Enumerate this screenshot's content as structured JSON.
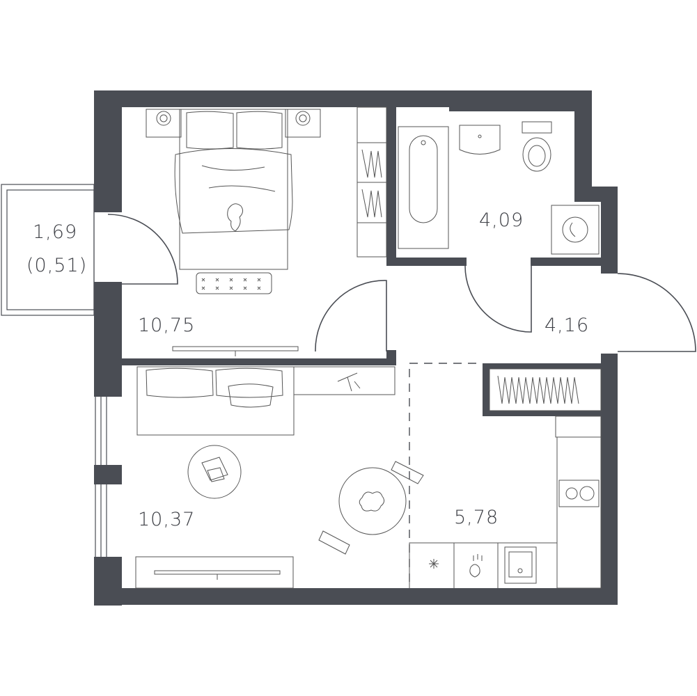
{
  "rooms": {
    "loggia": {
      "area": "1,69",
      "reduced_area": "(0,51)"
    },
    "bedroom": {
      "area": "10,75"
    },
    "bathroom": {
      "area": "4,09"
    },
    "hallway": {
      "area": "4,16"
    },
    "living_room": {
      "area": "10,37"
    },
    "kitchen": {
      "area": "5,78"
    }
  },
  "colors": {
    "wall": "#4a4d54",
    "line": "#4a4d54",
    "background": "#ffffff"
  }
}
